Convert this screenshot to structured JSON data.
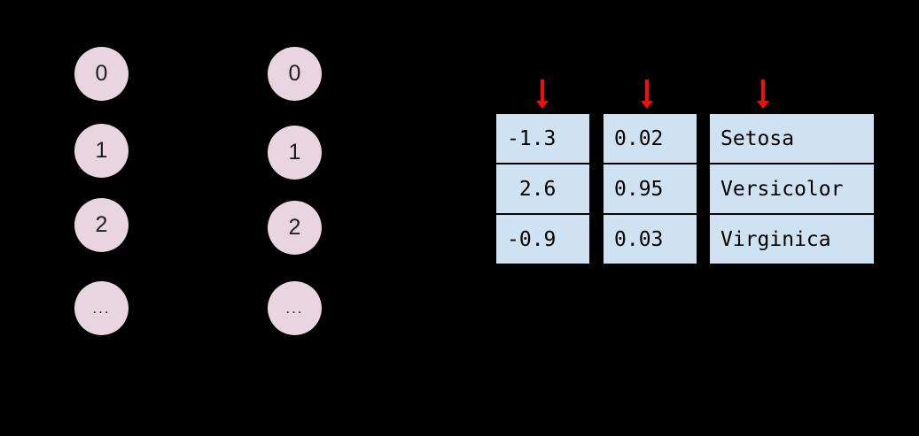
{
  "diagram": {
    "colors": {
      "background": "#000000",
      "node_fill": "#e8d5df",
      "node_text": "#1f1f1f",
      "cell_fill": "#cfe2f2",
      "cell_border": "#000000",
      "cell_text": "#000000",
      "arrow": "#f40d0d"
    },
    "network": {
      "columns": [
        {
          "id": "left-node-column",
          "nodes": [
            "0",
            "1",
            "2",
            "..."
          ]
        },
        {
          "id": "right-node-column",
          "nodes": [
            "0",
            "1",
            "2",
            "..."
          ]
        }
      ]
    },
    "arrows": {
      "count": 3
    },
    "tables": [
      {
        "id": "logits-column",
        "cells": [
          "-1.3",
          " 2.6",
          "-0.9"
        ]
      },
      {
        "id": "probabilities-column",
        "cells": [
          "0.02",
          "0.95",
          "0.03"
        ]
      },
      {
        "id": "classes-column",
        "cells": [
          "Setosa",
          "Versicolor",
          "Virginica"
        ]
      }
    ]
  }
}
